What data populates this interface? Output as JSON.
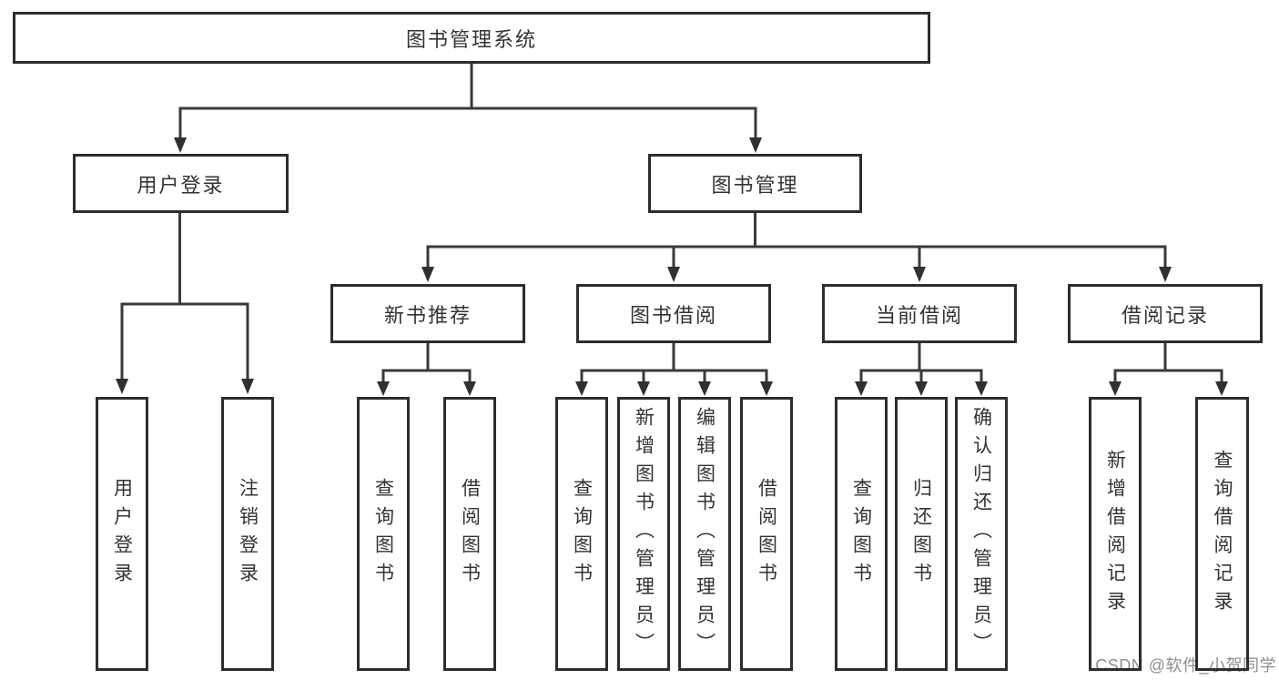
{
  "page": {
    "background": "#ffffff",
    "watermark": {
      "text": "CSDN @软件_小贺同学",
      "color": "#8e8e8e"
    }
  },
  "colors": {
    "line": "#3a3a3a",
    "arrowhead": "#303030",
    "box_border": "#2d2d2d",
    "box_text": "#333333"
  },
  "tree": {
    "label": "图书管理系统",
    "children": [
      {
        "label": "用户登录",
        "children": [
          {
            "label": "用户登录"
          },
          {
            "label": "注销登录"
          }
        ]
      },
      {
        "label": "图书管理",
        "children": [
          {
            "label": "新书推荐",
            "children": [
              {
                "label": "查询图书"
              },
              {
                "label": "借阅图书"
              }
            ]
          },
          {
            "label": "图书借阅",
            "children": [
              {
                "label": "查询图书"
              },
              {
                "label": "新增图书（管理员）"
              },
              {
                "label": "编辑图书（管理员）"
              },
              {
                "label": "借阅图书"
              }
            ]
          },
          {
            "label": "当前借阅",
            "children": [
              {
                "label": "查询图书"
              },
              {
                "label": "归还图书"
              },
              {
                "label": "确认归还（管理员）"
              }
            ]
          },
          {
            "label": "借阅记录",
            "children": [
              {
                "label": "新增借阅记录"
              },
              {
                "label": "查询借阅记录"
              }
            ]
          }
        ]
      }
    ]
  }
}
